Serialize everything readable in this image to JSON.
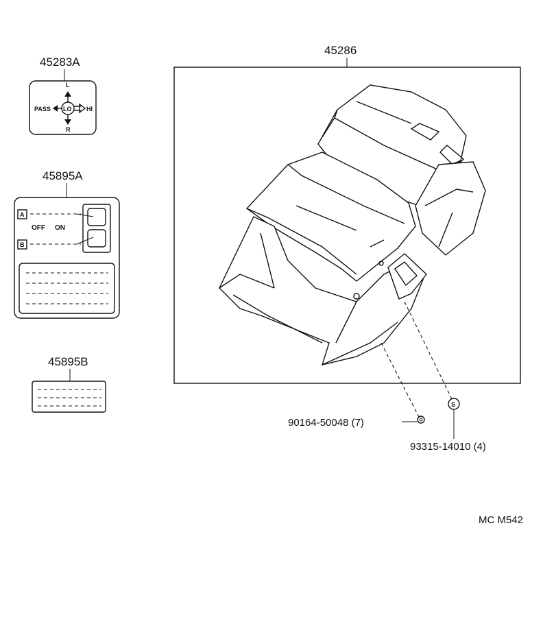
{
  "labels": {
    "part_45283A": "45283A",
    "part_45286": "45286",
    "part_45895A": "45895A",
    "part_45895B": "45895B",
    "bolt": "90164-50048 (7)",
    "screw": "93315-14010 (4)",
    "ref_code": "MC  M542"
  },
  "label_45283A": {
    "pass": "PASS",
    "lo": "LO",
    "hi": "HI",
    "l": "L",
    "r": "R"
  },
  "label_45895A": {
    "a": "A",
    "b": "B",
    "off": "OFF",
    "on": "ON"
  },
  "screw_mark": "S"
}
